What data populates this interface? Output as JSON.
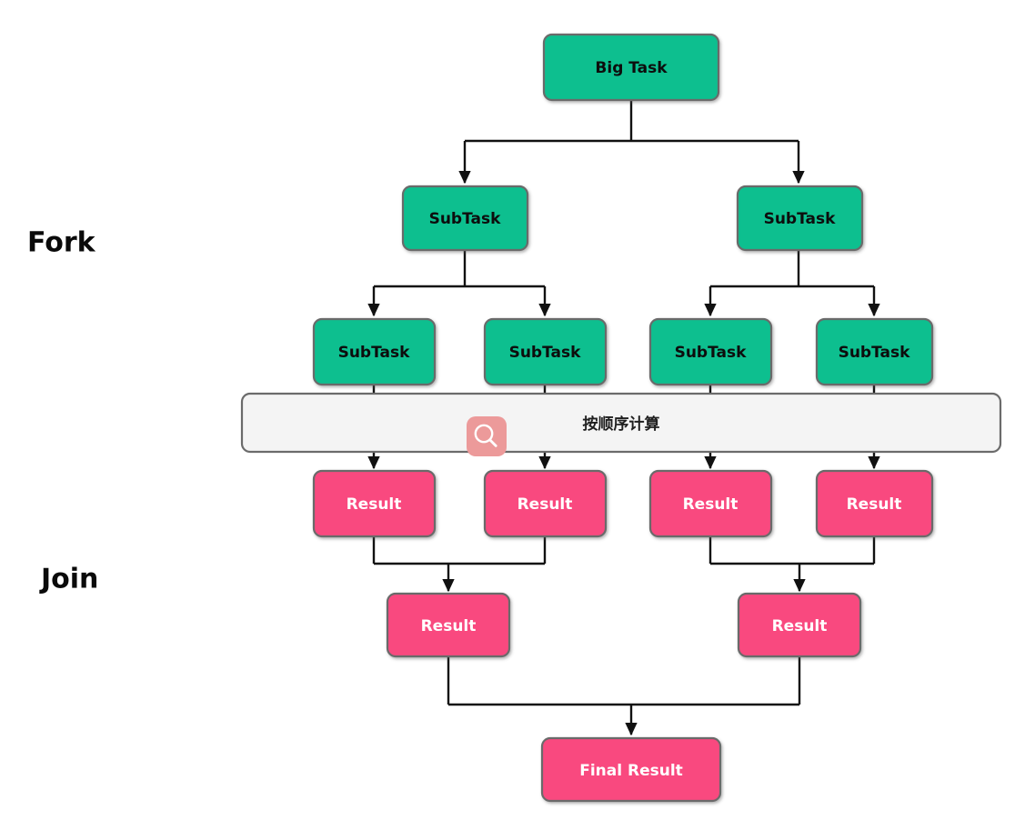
{
  "diagram": {
    "type": "fork-join-flowchart",
    "background": "#ffffff",
    "colors": {
      "task_fill": "#0fbf8f",
      "result_fill": "#f9487f",
      "node_stroke": "#6b6b6b",
      "edge_stroke": "#111111",
      "band_fill": "#f4f4f4",
      "band_stroke": "#6b6b6b",
      "icon_fill": "#ec9a9a",
      "icon_glyph": "#ffffff",
      "task_text": "#0d0d0d",
      "result_text": "#ffffff",
      "phase_text": "#0a0a0a"
    },
    "phase_labels": {
      "fork": "Fork",
      "join": "Join"
    },
    "band": {
      "label": "按顺序计算",
      "icon_name": "search-icon"
    },
    "nodes": {
      "root": {
        "label": "Big Task",
        "kind": "task"
      },
      "fork_level1": [
        {
          "label": "SubTask",
          "kind": "task"
        },
        {
          "label": "SubTask",
          "kind": "task"
        }
      ],
      "fork_level2": [
        {
          "label": "SubTask",
          "kind": "task"
        },
        {
          "label": "SubTask",
          "kind": "task"
        },
        {
          "label": "SubTask",
          "kind": "task"
        },
        {
          "label": "SubTask",
          "kind": "task"
        }
      ],
      "results_level2": [
        {
          "label": "Result",
          "kind": "result"
        },
        {
          "label": "Result",
          "kind": "result"
        },
        {
          "label": "Result",
          "kind": "result"
        },
        {
          "label": "Result",
          "kind": "result"
        }
      ],
      "results_level1": [
        {
          "label": "Result",
          "kind": "result"
        },
        {
          "label": "Result",
          "kind": "result"
        }
      ],
      "final": {
        "label": "Final Result",
        "kind": "result"
      }
    }
  }
}
